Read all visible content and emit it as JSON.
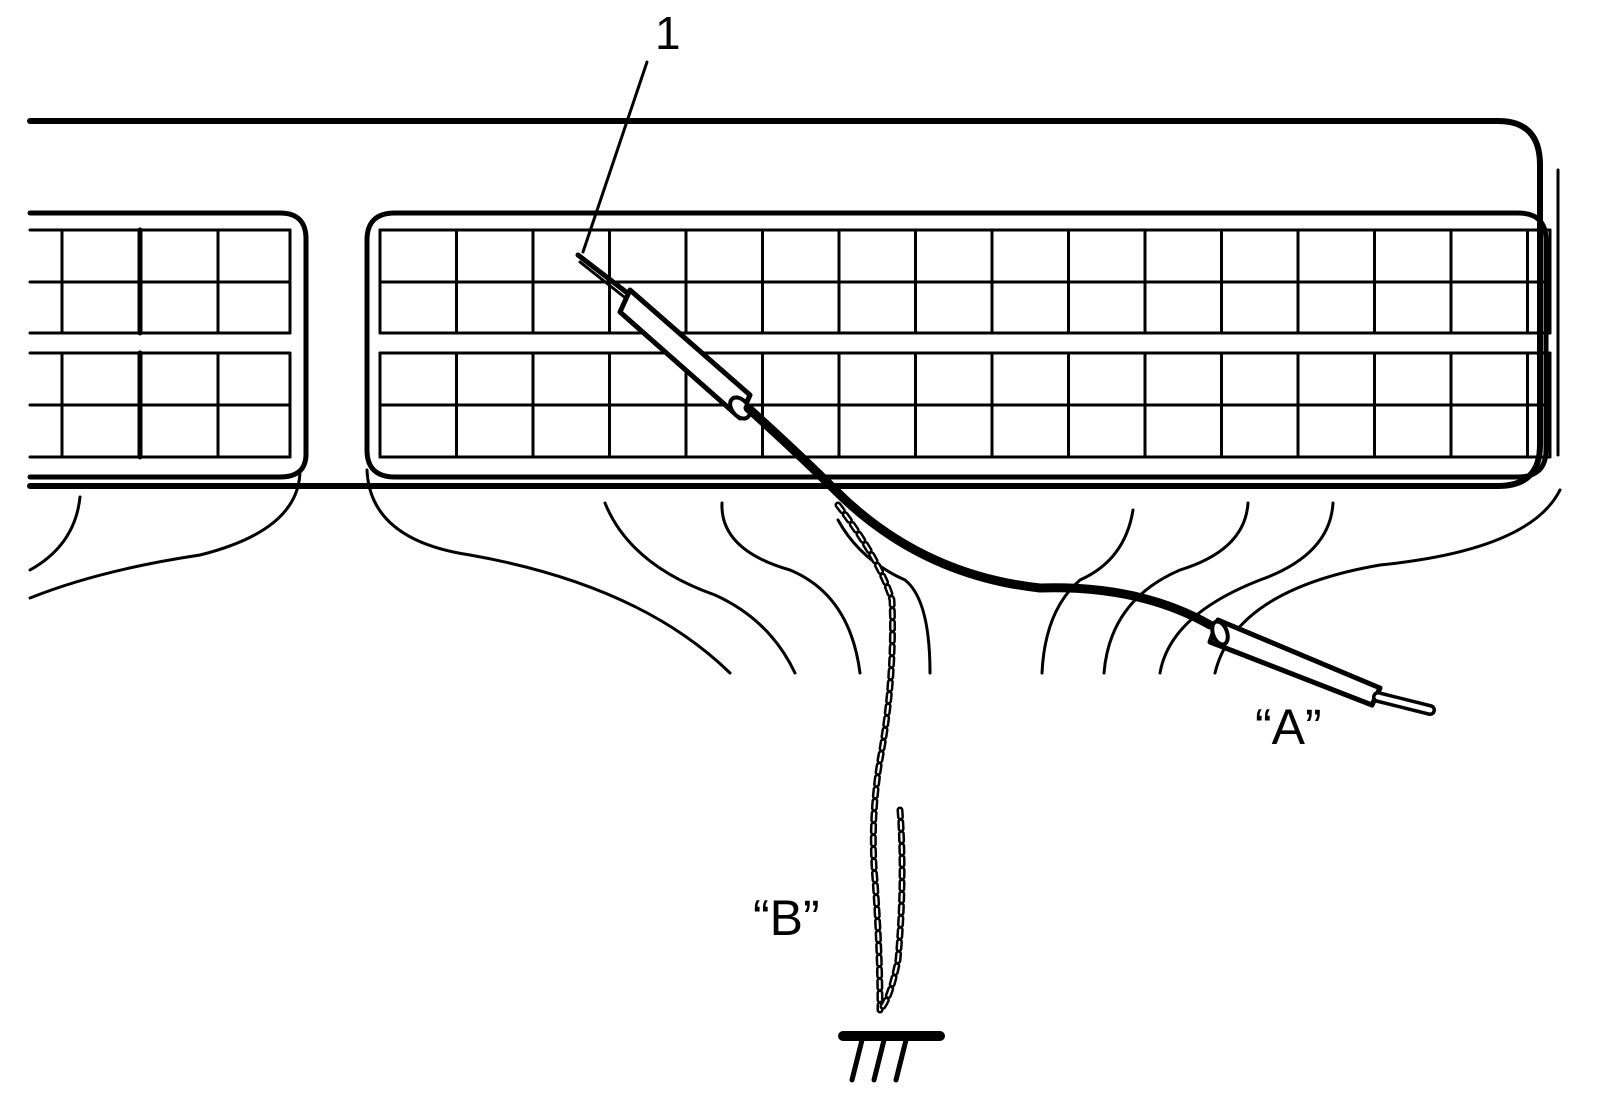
{
  "callouts": {
    "part_1": "1",
    "probe_a": "“A”",
    "probe_b": "“B”"
  },
  "icons": {
    "connector": "connector-body-icon",
    "probe_a": "test-probe-icon",
    "probe_b": "jumper-lead-icon",
    "ground": "ground-symbol-icon"
  },
  "colors": {
    "line": "#000000",
    "background": "#ffffff"
  }
}
